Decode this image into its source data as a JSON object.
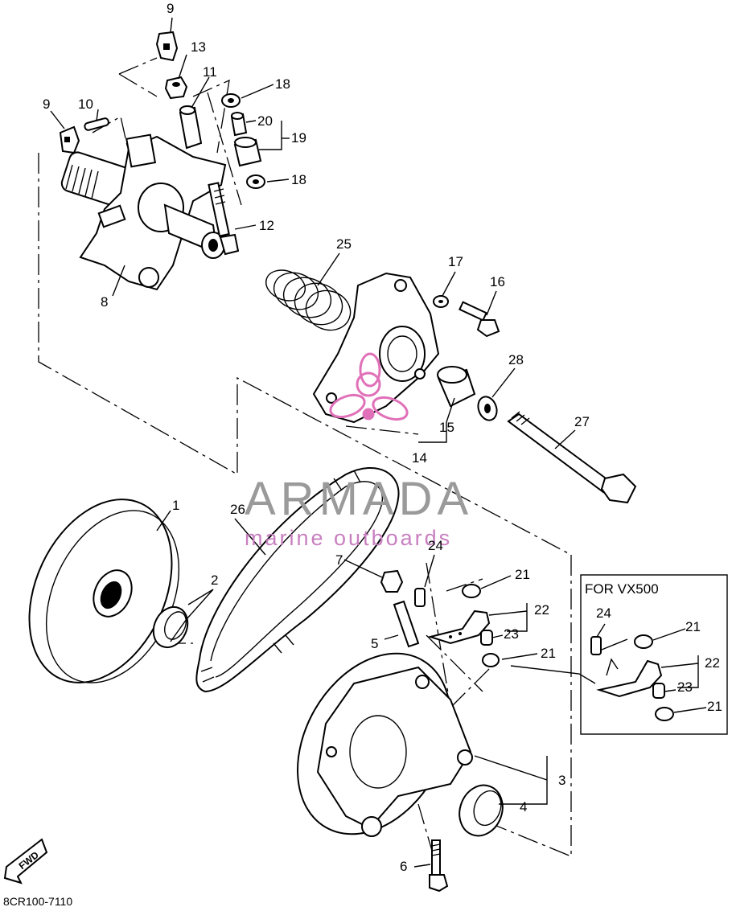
{
  "diagram_code": "8CR100-7110",
  "inset_title": "FOR VX500",
  "fwd_label": "FWD",
  "watermark": {
    "brand": "ARMADA",
    "tagline": "marine outboards"
  },
  "callouts": {
    "c1": "1",
    "c2": "2",
    "c3": "3",
    "c4": "4",
    "c5": "5",
    "c6": "6",
    "c7": "7",
    "c8": "8",
    "c9a": "9",
    "c9b": "9",
    "c10": "10",
    "c11": "11",
    "c12": "12",
    "c13": "13",
    "c14": "14",
    "c15": "15",
    "c16": "16",
    "c17": "17",
    "c18a": "18",
    "c18b": "18",
    "c19": "19",
    "c20": "20",
    "c21a": "21",
    "c21b": "21",
    "c22": "22",
    "c23": "23",
    "c24": "24",
    "c25": "25",
    "c26": "26",
    "c27": "27",
    "c28": "28",
    "i21a": "21",
    "i21b": "21",
    "i22": "22",
    "i23": "23",
    "i24": "24"
  },
  "colors": {
    "watermark_gray": "#9a9a9a",
    "watermark_pink": "#e070b8"
  }
}
